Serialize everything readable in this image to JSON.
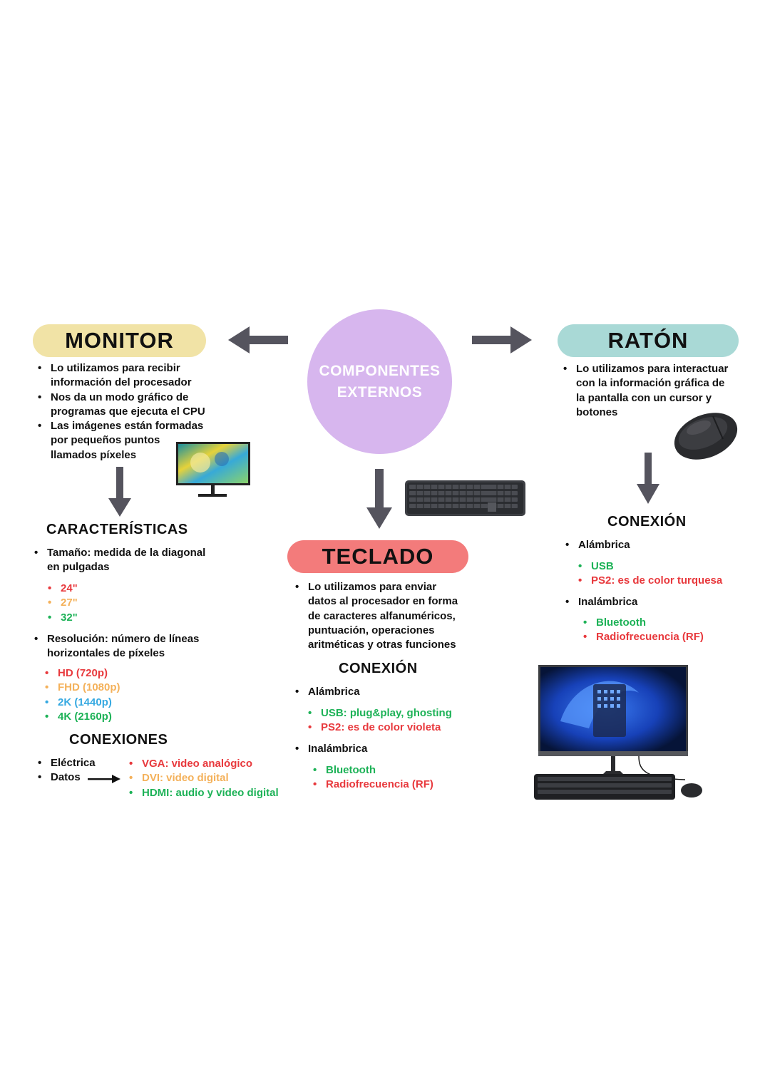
{
  "center": {
    "line1": "COMPONENTES",
    "line2": "EXTERNOS"
  },
  "monitor": {
    "title": "MONITOR",
    "bullets": [
      [
        "Lo utilizamos para recibir",
        "información del procesador"
      ],
      [
        "Nos da un modo gráfico de",
        "programas que ejecuta el CPU"
      ],
      [
        "Las imágenes están formadas",
        "por pequeños puntos",
        "llamados píxeles"
      ]
    ],
    "caracteristicas_title": "CARACTERÍSTICAS",
    "tamano": [
      "Tamaño: medida de la diagonal",
      "en pulgadas"
    ],
    "sizes": [
      "24\"",
      "27\"",
      "32\""
    ],
    "resolucion": [
      "Resolución: número de líneas",
      "horizontales de píxeles"
    ],
    "resolutions": [
      "HD (720p)",
      "FHD (1080p)",
      "2K (1440p)",
      "4K (2160p)"
    ],
    "conexiones_title": "CONEXIONES",
    "conexion_types": [
      "Eléctrica",
      "Datos"
    ],
    "data_connectors": [
      "VGA: video analógico",
      "DVI: video digital",
      "HDMI: audio y video digital"
    ]
  },
  "teclado": {
    "title": "TECLADO",
    "description": [
      "Lo utilizamos para enviar",
      "datos al procesador en forma",
      "de caracteres alfanuméricos,",
      "puntuación, operaciones",
      "aritméticas y otras funciones"
    ],
    "conexion_title": "CONEXIÓN",
    "alambrica": "Alámbrica",
    "wired": [
      "USB: plug&play, ghosting",
      "PS2: es de color violeta"
    ],
    "inalambrica": "Inalámbrica",
    "wireless": [
      "Bluetooth",
      "Radiofrecuencia (RF)"
    ]
  },
  "raton": {
    "title": "RATÓN",
    "description": [
      "Lo utilizamos para interactuar",
      "con la información gráfica de",
      "la pantalla con un cursor y",
      "botones"
    ],
    "conexion_title": "CONEXIÓN",
    "alambrica": "Alámbrica",
    "wired": [
      "USB",
      "PS2: es de color turquesa"
    ],
    "inalambrica": "Inalámbrica",
    "wireless": [
      "Bluetooth",
      "Radiofrecuencia (RF)"
    ]
  },
  "colors": {
    "monitor_pill": "#f1e3a6",
    "raton_pill": "#a9d9d6",
    "teclado_pill": "#f37b7b",
    "center": "#d7b6ee",
    "arrow": "#55545e",
    "red": "#e8393d",
    "orange": "#f4b15a",
    "green": "#1db257",
    "blue": "#36a9e1"
  },
  "images": [
    "monitor-photo",
    "keyboard-photo",
    "mouse-photo",
    "desktop-computer-photo"
  ]
}
